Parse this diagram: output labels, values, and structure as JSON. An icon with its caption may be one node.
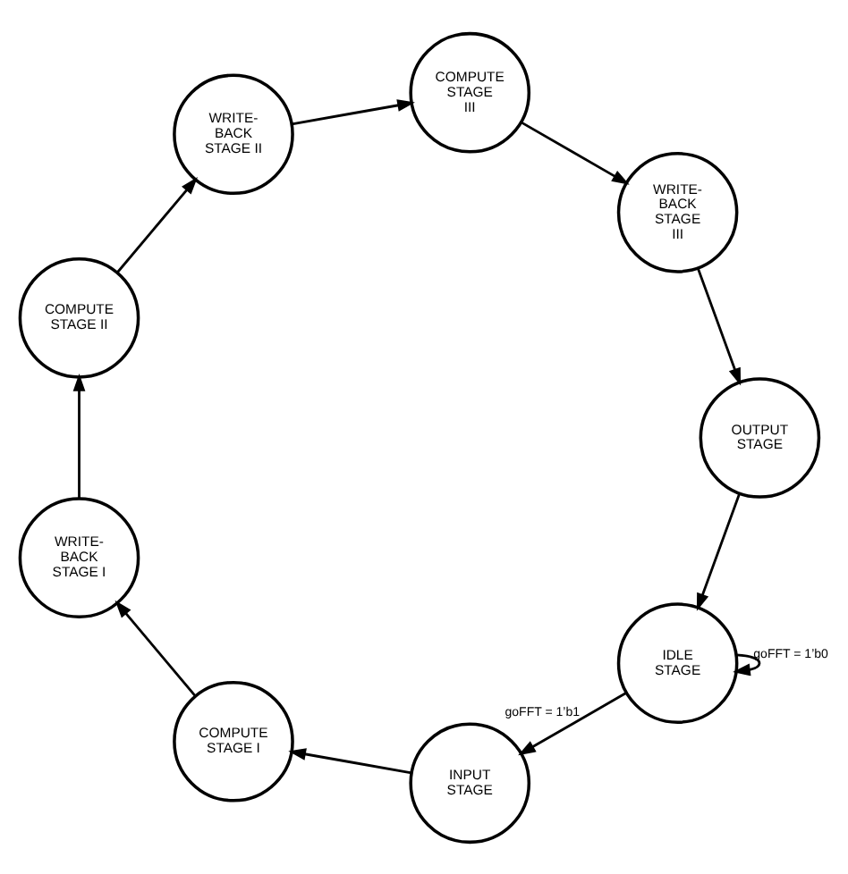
{
  "diagram": {
    "nodes": [
      {
        "text": [
          "IDLE STAGE"
        ]
      },
      {
        "text": [
          "INPUT STAGE"
        ]
      },
      {
        "text": [
          "COMPUTE STAGE I"
        ]
      },
      {
        "text": [
          "WRITE- BACK STAGE I"
        ]
      },
      {
        "text": [
          "COMPUTE STAGE II"
        ]
      },
      {
        "text": [
          "WRITE- BACK STAGE II"
        ]
      },
      {
        "text": [
          "COMPUTE STAGE III"
        ]
      },
      {
        "text": [
          "WRITE- BACK STAGE III"
        ]
      },
      {
        "text": [
          "OUTPUT STAGE"
        ]
      }
    ],
    "edges": [
      {
        "from": 0,
        "to": 0,
        "arrow": "to",
        "label": "goFFT = 1’b0"
      },
      {
        "from": 0,
        "to": 1,
        "arrow": "to",
        "label": "goFFT = 1’b1"
      },
      {
        "from": 1,
        "to": 2,
        "arrow": "to"
      },
      {
        "from": 2,
        "to": 3,
        "arrow": "to"
      },
      {
        "from": 3,
        "to": 4,
        "arrow": "to"
      },
      {
        "from": 4,
        "to": 5,
        "arrow": "to"
      },
      {
        "from": 5,
        "to": 6,
        "arrow": "to"
      },
      {
        "from": 6,
        "to": 7,
        "arrow": "to"
      },
      {
        "from": 7,
        "to": 8,
        "arrow": "to"
      },
      {
        "from": 8,
        "to": 0,
        "arrow": "to"
      }
    ]
  }
}
